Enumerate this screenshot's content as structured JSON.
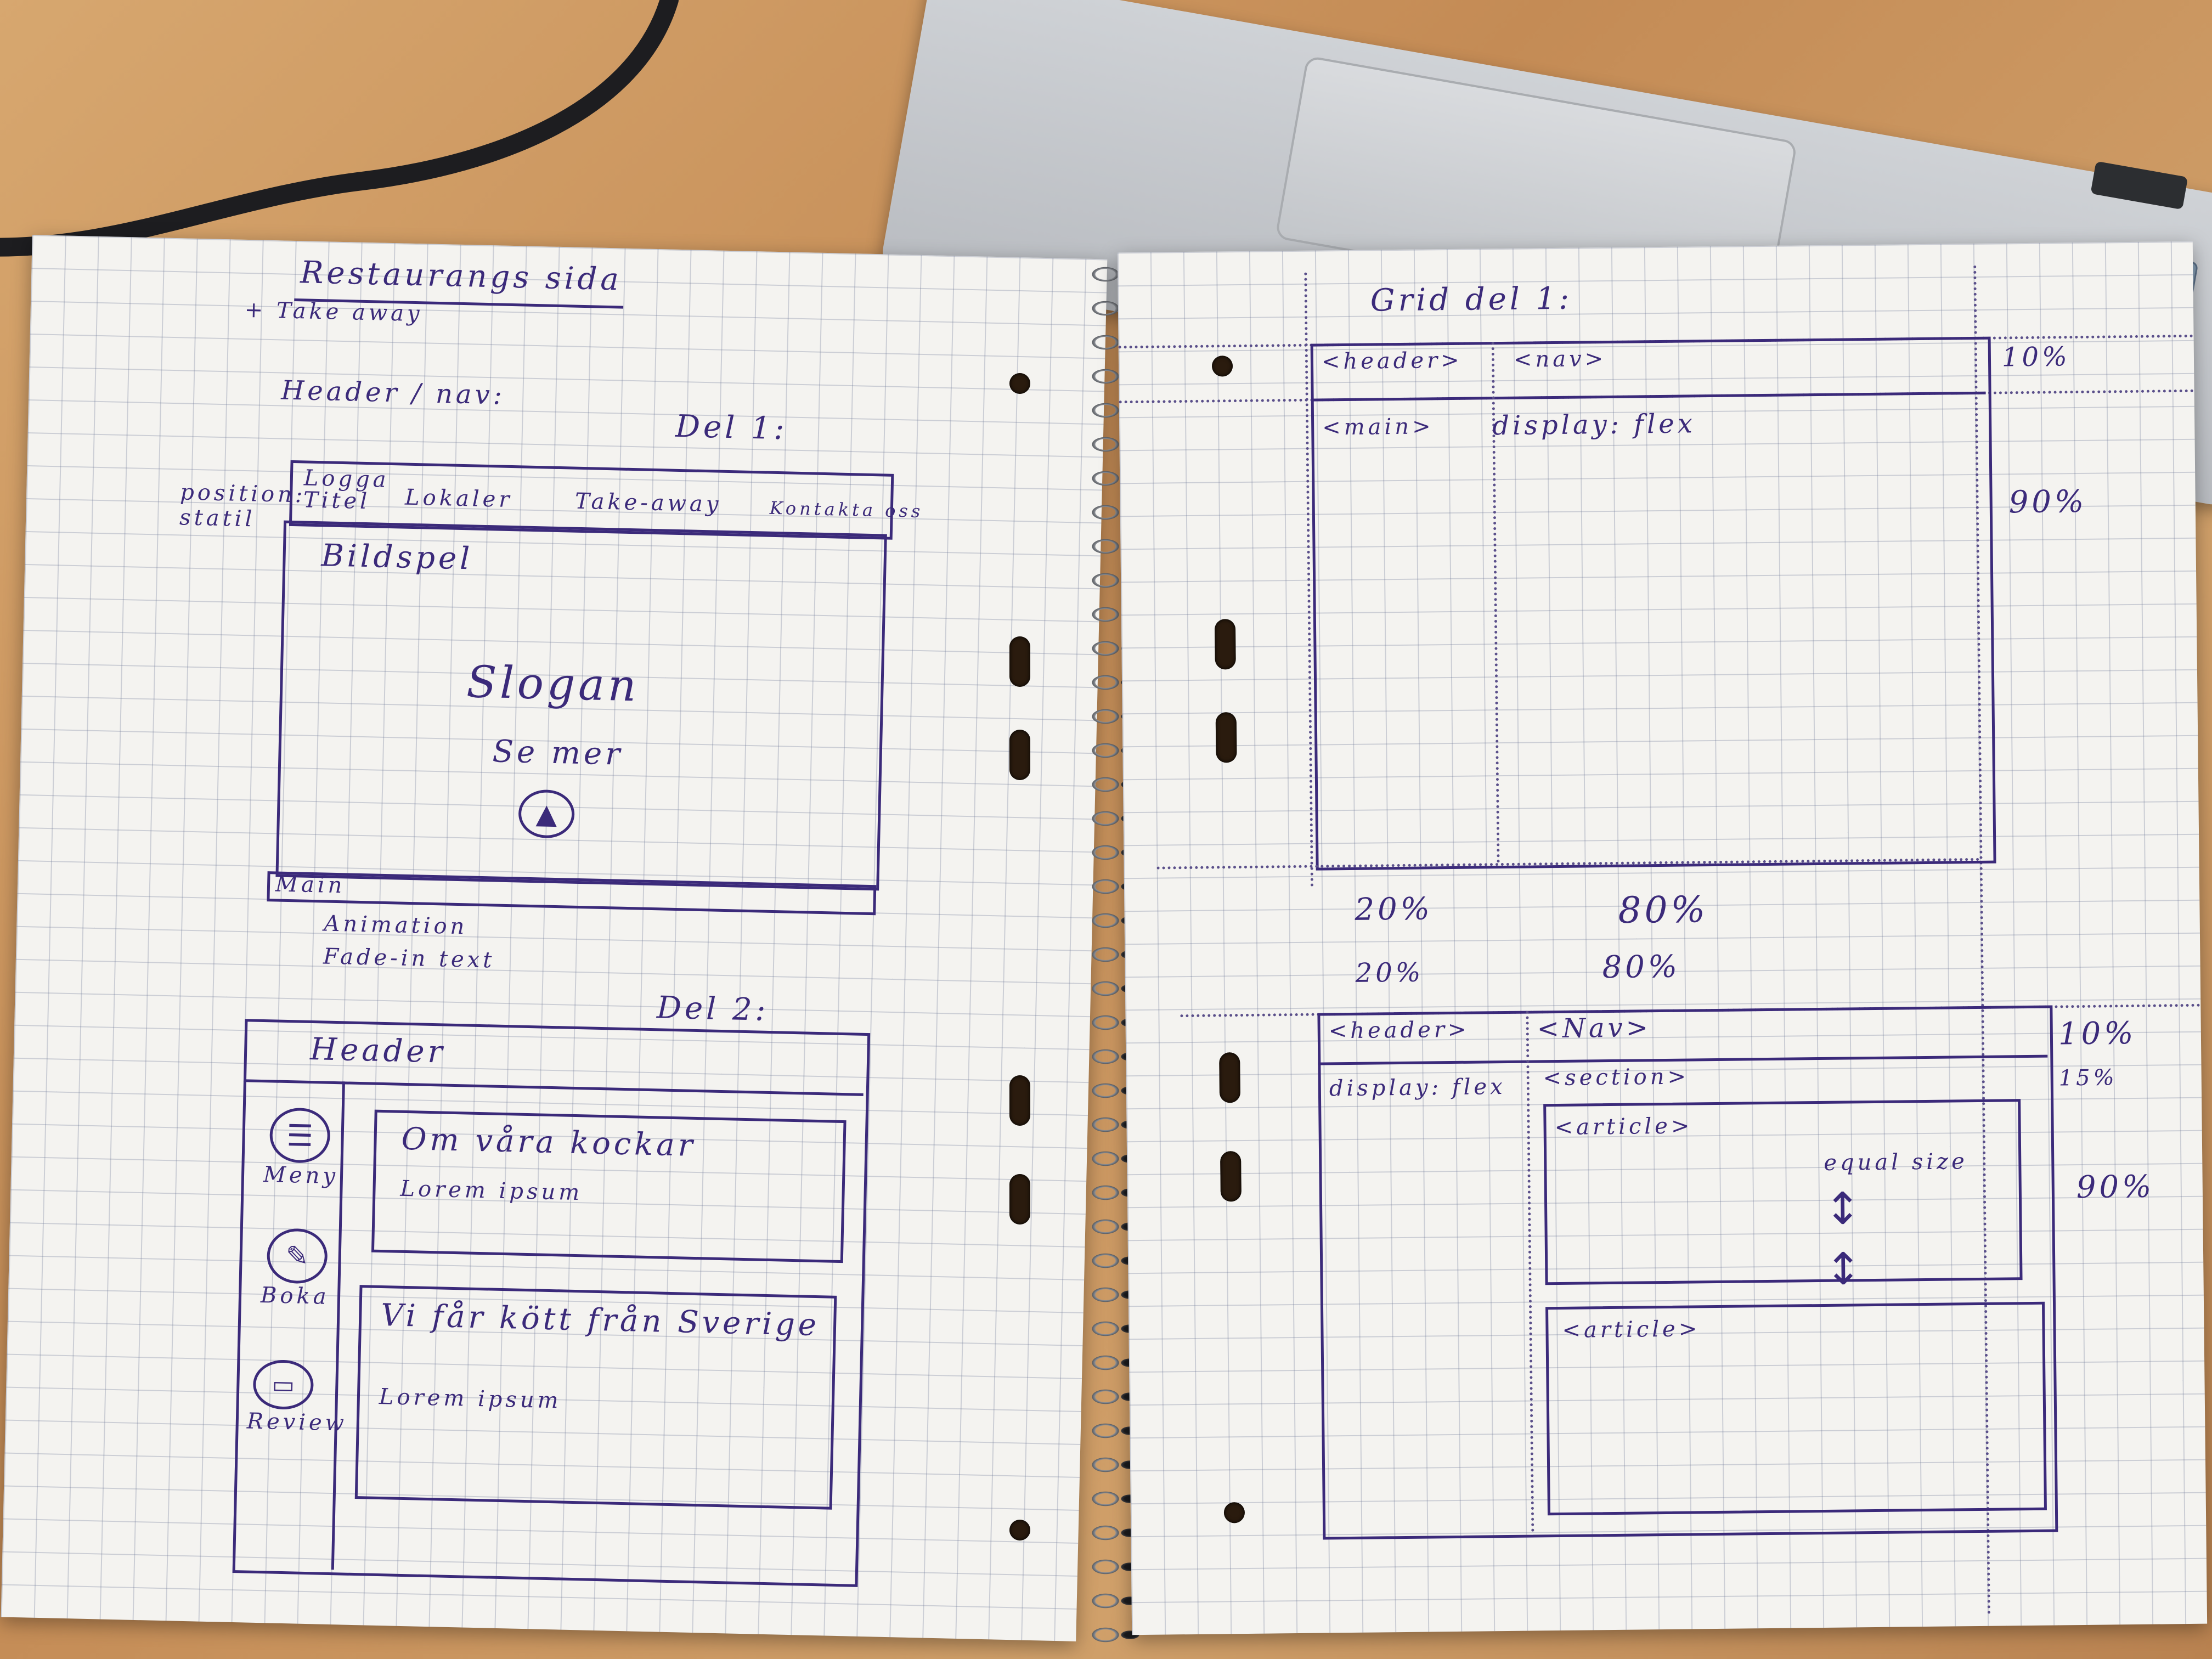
{
  "scene": {
    "desk_color": "#c9955f",
    "ink_color": "#3b2a7a",
    "paper_color": "#f4f3f0"
  },
  "left_page": {
    "title": "Restaurangs sida",
    "subtitle": "+ Take away",
    "header_nav_label": "Header / nav:",
    "del1_label": "Del 1:",
    "position_note": "position: statil",
    "nav": {
      "logo_title": "Logga Titel",
      "locations": "Lokaler",
      "takeaway": "Take-away",
      "contact": "Kontakta oss"
    },
    "slideshow_label": "Bildspel",
    "slogan": "Slogan",
    "see_more": "Se mer",
    "main_label": "Main",
    "animation_note": "Animation",
    "fade_note": "Fade-in text",
    "del2_label": "Del 2:",
    "del2_header": "Header",
    "menu_icon_label": "Meny",
    "book_icon_label": "Boka",
    "review_icon_label": "Review",
    "card1_title": "Om våra kockar",
    "card1_body": "Lorem ipsum",
    "card2_title": "Vi får kött från Sverige",
    "card2_body": "Lorem ipsum"
  },
  "right_page": {
    "title": "Grid del 1:",
    "header_tag": "<header>",
    "nav_tag": "<nav>",
    "main_tag": "<main>",
    "display_flex": "display: flex",
    "pct_10": "10%",
    "pct_90": "90%",
    "pct_20": "20%",
    "pct_80": "80%",
    "pct_20_b": "20%",
    "pct_80_b": "80%",
    "header_tag_b": "<header>",
    "nav_tag_b": "<Nav>",
    "pct_10_b": "10%",
    "display_flex_b": "display: flex",
    "section_tag": "<section>",
    "pct_15": "15%",
    "article_tag_1": "<article>",
    "article_tag_2": "<article>",
    "equal_size": "equal size",
    "pct_90_b": "90%"
  }
}
